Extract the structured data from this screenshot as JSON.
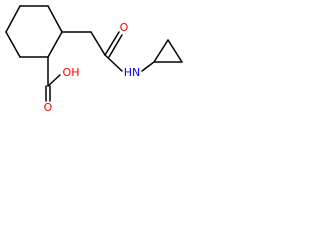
{
  "molecule": {
    "atom_labels": {
      "ketone_oxygen": "O",
      "amide_nitrogen": "HN",
      "acid_hydroxyl": "OH",
      "acid_oxygen": "O"
    },
    "colors": {
      "bond": "#000000",
      "oxygen": "#ff0000",
      "nitrogen": "#0000ff"
    }
  }
}
